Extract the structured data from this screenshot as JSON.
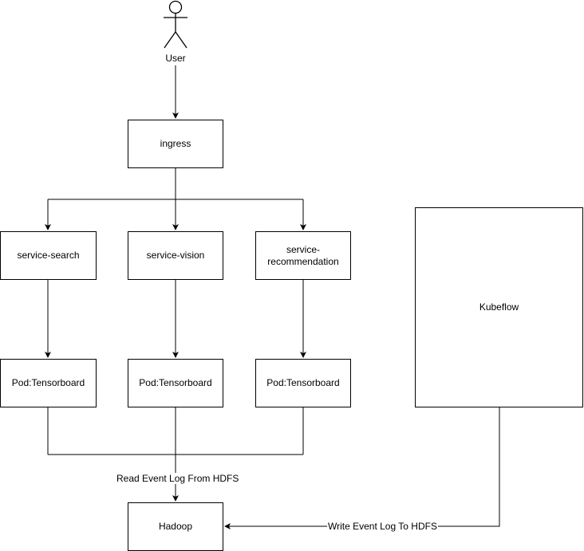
{
  "actor": {
    "label": "User"
  },
  "nodes": {
    "ingress": "ingress",
    "service_search": "service-search",
    "service_vision": "service-vision",
    "service_recommendation": "service-\nrecommendation",
    "pod_search": "Pod:Tensorboard",
    "pod_vision": "Pod:Tensorboard",
    "pod_recommendation": "Pod:Tensorboard",
    "kubeflow": "Kubeflow",
    "hadoop": "Hadoop"
  },
  "edges": {
    "read_label": "Read Event Log From HDFS",
    "write_label": "Write Event Log To HDFS"
  },
  "colors": {
    "stroke": "#000000",
    "background": "#ffffff"
  }
}
